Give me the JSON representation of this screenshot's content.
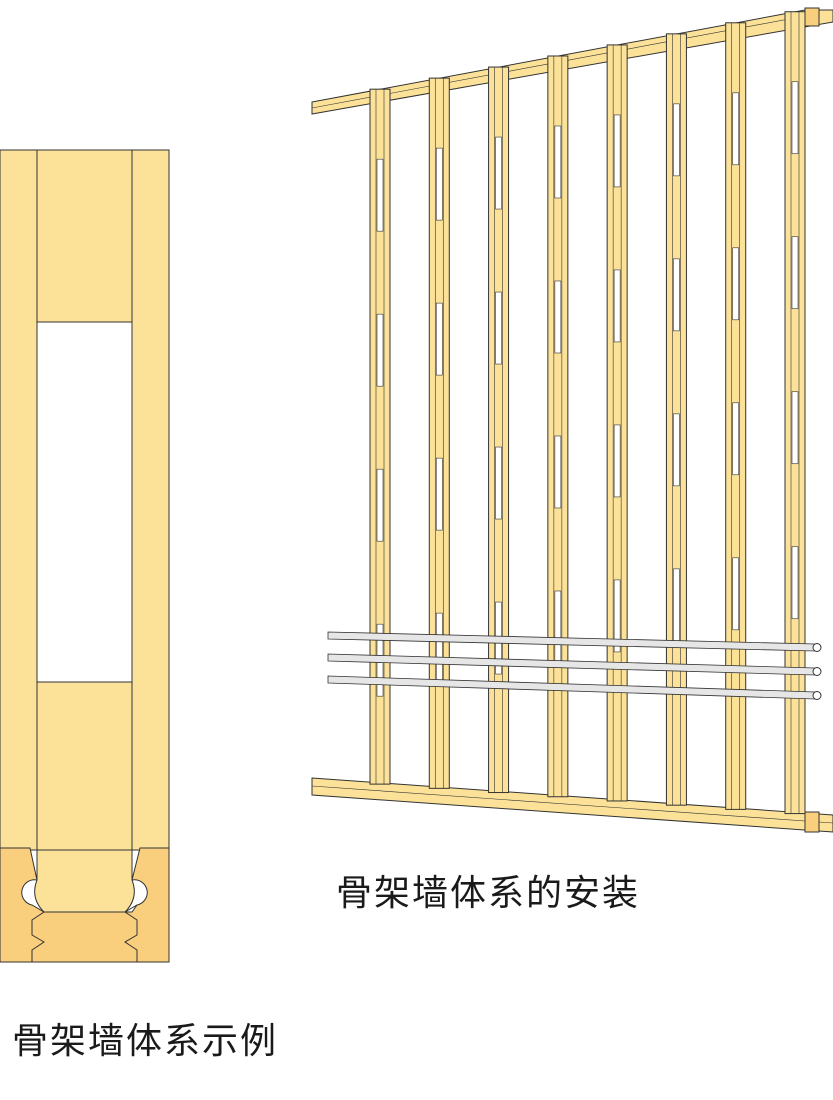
{
  "captions": {
    "frame_install": "骨架墙体系的安装",
    "system_example": "骨架墙体系示例"
  },
  "colors": {
    "wood_light": "#fbe298",
    "wood_dark": "#f9cf7d",
    "outline": "#333333",
    "pipe": "#e6e6e6"
  },
  "frame": {
    "stud_count": 8,
    "pipe_rows": 3
  }
}
